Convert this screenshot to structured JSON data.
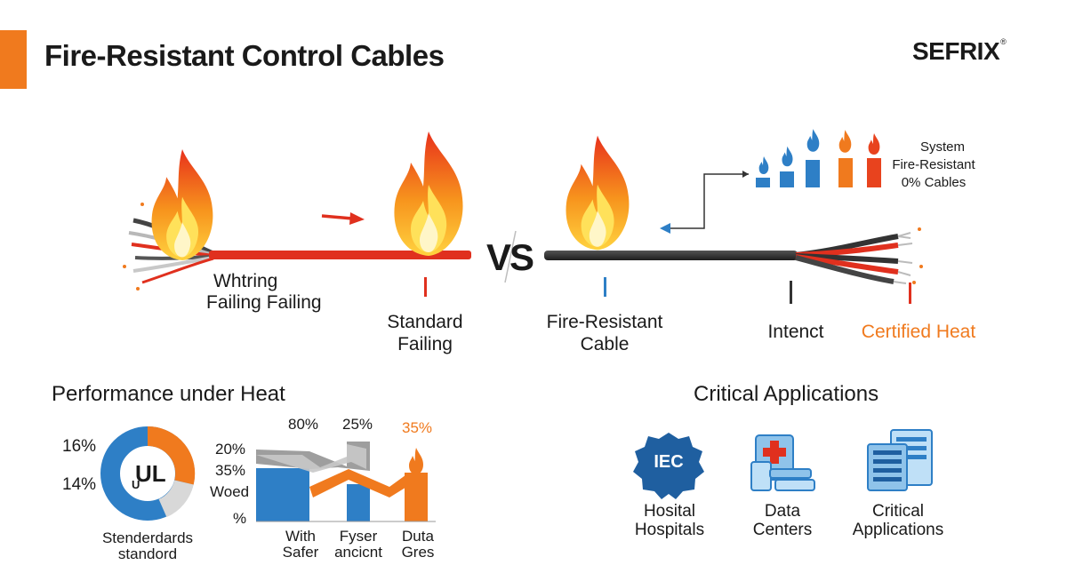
{
  "header": {
    "title": "Fire-Resistant Control Cables",
    "brand": "SEFRIX",
    "brand_mark": "®",
    "accent_color": "#f07a1e"
  },
  "comparison": {
    "vs_label": "VS",
    "left_cable_label": [
      "Whtring",
      "Failing Failing"
    ],
    "standard_label": [
      "Standard",
      "Failing"
    ],
    "fire_resistant_label": [
      "Fire-Resistant",
      "Cable"
    ],
    "intact_label": "Intenct",
    "certified_label": "Certified Heat",
    "mini_chart_legend": [
      "System",
      "Fire-Resistant",
      "0% Cables"
    ],
    "standard_cable_color": "#e0301e",
    "fire_cable_color": "#333333"
  },
  "performance": {
    "heading": "Performance under Heat",
    "donut": {
      "center_label": "UL",
      "center_small": "U",
      "pct_top": "16%",
      "pct_bottom": "14%",
      "caption": [
        "Stenderdards",
        "standord"
      ],
      "colors": [
        "#f07a1e",
        "#2e7fc6",
        "#d8d8d8"
      ]
    },
    "bars": {
      "y_labels": [
        "20%",
        "35%",
        "Woed",
        "%"
      ],
      "top_labels": [
        "80%",
        "25%",
        "35%"
      ],
      "x_labels": [
        [
          "With",
          "Safer"
        ],
        [
          "Fyser",
          "ancicnt"
        ],
        [
          "Duta",
          "Gres"
        ]
      ]
    }
  },
  "applications": {
    "heading": "Critical Applications",
    "items": [
      {
        "icon": "iec-badge-icon",
        "badge_text": "IEC",
        "label": [
          "Hosital",
          "Hospitals"
        ]
      },
      {
        "icon": "hospital-icon",
        "label": [
          "Data",
          "Centers"
        ]
      },
      {
        "icon": "server-rack-icon",
        "label": [
          "Critical",
          "Applications"
        ]
      }
    ]
  }
}
